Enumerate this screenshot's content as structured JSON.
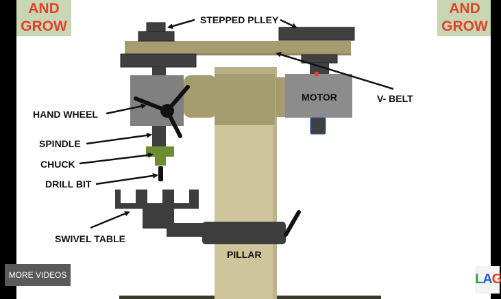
{
  "brand": {
    "top_left": [
      "AND",
      "GROW"
    ],
    "top_right": [
      "AND",
      "GROW"
    ]
  },
  "diagram": {
    "labels": {
      "stepped_pulley": "STEPPED PLLEY",
      "v_belt": "V- BELT",
      "motor": "MOTOR",
      "hand_wheel": "HAND WHEEL",
      "spindle": "SPINDLE",
      "chuck": "CHUCK",
      "drill_bit": "DRILL BIT",
      "swivel_table": "SWIVEL TABLE",
      "pillar": "PILLAR"
    },
    "colors": {
      "pillar": "#cfc59b",
      "pillar_shade": "#bdb38a",
      "head": "#a59c70",
      "head_dark": "#8f875f",
      "pulley": "#404040",
      "motor": "#8c8c8c",
      "hand_wheel_box": "#808080",
      "chuck": "#6e8c31",
      "table": "#3d3d3d",
      "brand_text": "#e0432a",
      "brand_bg": "#c9d6b4"
    }
  },
  "overlay": {
    "more_videos": "MORE VIDEOS",
    "logo": [
      "L",
      "A",
      "G"
    ]
  }
}
